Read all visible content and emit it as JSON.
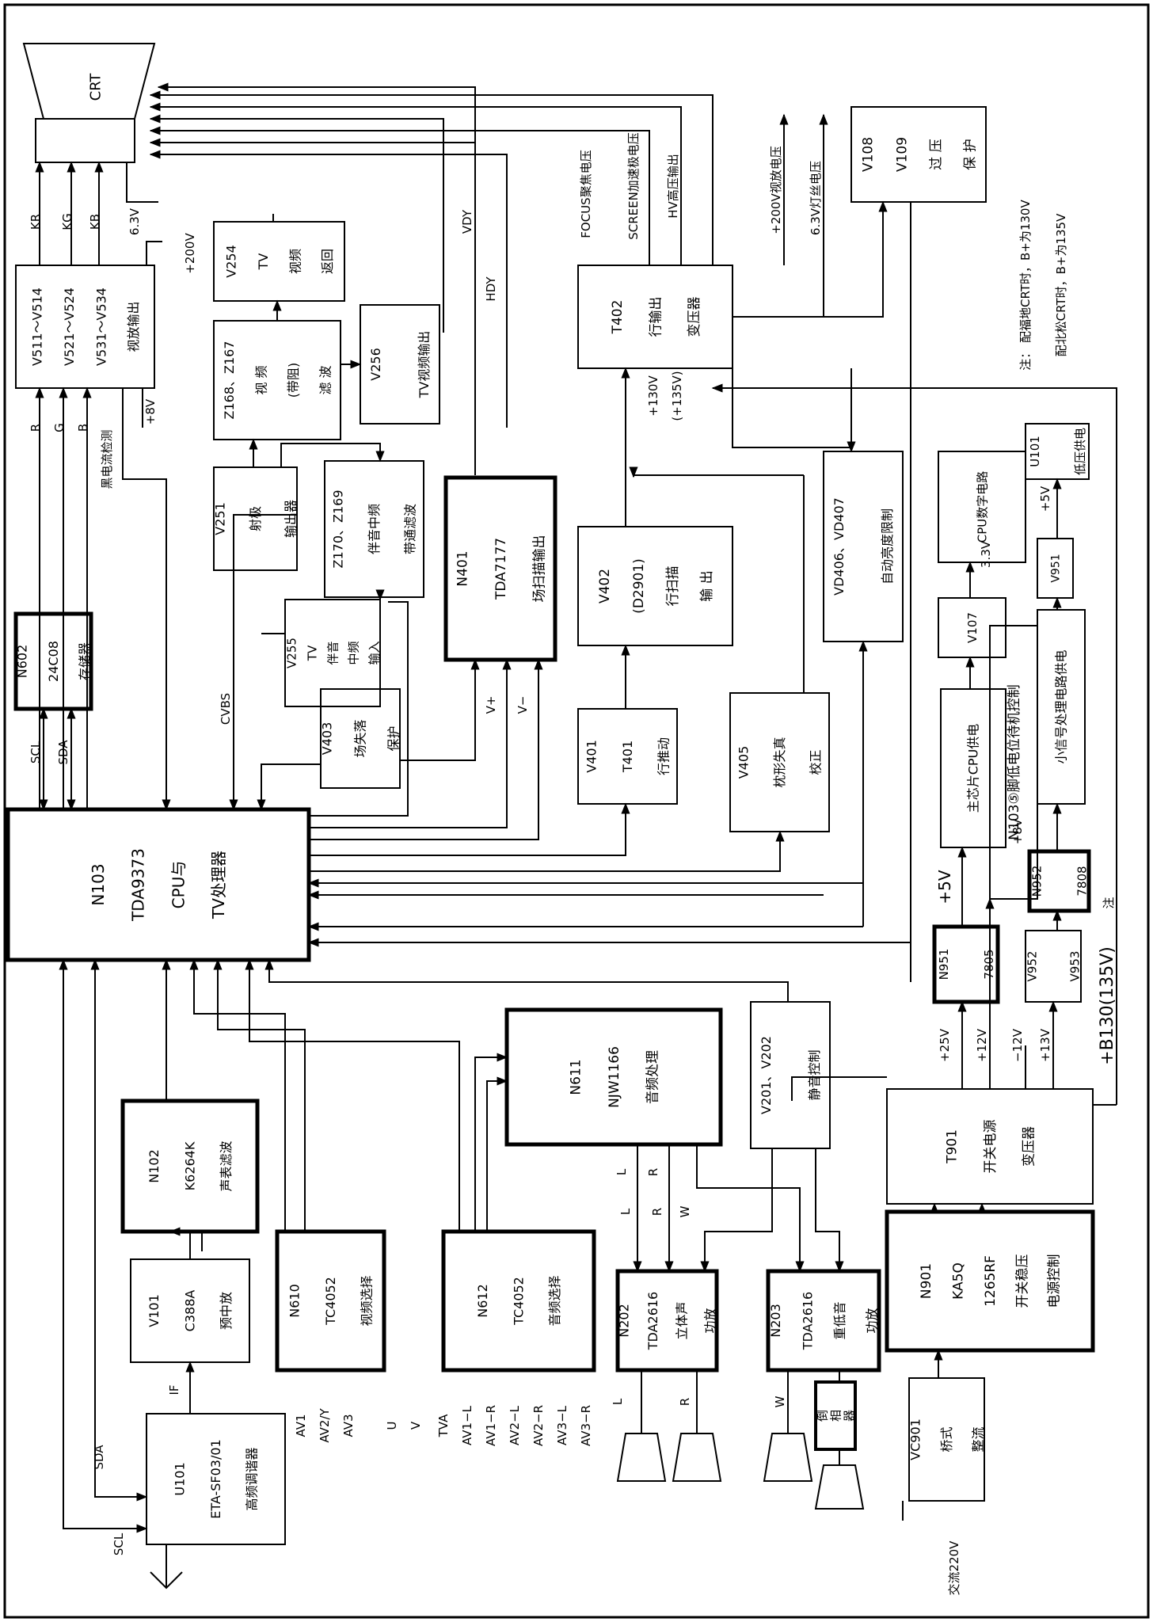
{
  "blocks": [
    {
      "id": "crt",
      "lines": [
        "CRT"
      ]
    },
    {
      "id": "v511",
      "lines": [
        "V511～V514",
        "V521～V524",
        "V531～V534",
        "视放输出"
      ]
    },
    {
      "id": "v254",
      "lines": [
        "V254",
        "TV",
        "视频",
        "返回"
      ]
    },
    {
      "id": "z168",
      "lines": [
        "Z168、Z167",
        "视 频",
        "(带阻)",
        "滤 波"
      ]
    },
    {
      "id": "v256",
      "lines": [
        "V256",
        "TV视频输出"
      ]
    },
    {
      "id": "v251",
      "lines": [
        "V251",
        "射极",
        "输出器"
      ]
    },
    {
      "id": "z170",
      "lines": [
        "Z170、Z169",
        "伴音中频",
        "带通滤波"
      ]
    },
    {
      "id": "v255",
      "lines": [
        "V255",
        "TV",
        "伴音",
        "中频",
        "输入"
      ]
    },
    {
      "id": "v403",
      "lines": [
        "V403",
        "场失落",
        "保护"
      ]
    },
    {
      "id": "n401",
      "lines": [
        "N401",
        "TDA7177",
        "场扫描输出"
      ]
    },
    {
      "id": "t402",
      "lines": [
        "T402",
        "行输出",
        "变压器"
      ]
    },
    {
      "id": "v402",
      "lines": [
        "V402",
        "(D2901)",
        "行扫描",
        "输 出"
      ]
    },
    {
      "id": "v401",
      "lines": [
        "V401",
        "T401",
        "行推动"
      ]
    },
    {
      "id": "v405",
      "lines": [
        "V405",
        "枕形失真",
        "校正"
      ]
    },
    {
      "id": "vd406",
      "lines": [
        "VD406、VD407",
        "自动亮度限制"
      ]
    },
    {
      "id": "v108",
      "lines": [
        "V108",
        "V109",
        "过 压",
        "保 护"
      ]
    },
    {
      "id": "n602",
      "lines": [
        "N602",
        "24C08",
        "存储器"
      ]
    },
    {
      "id": "n103",
      "lines": [
        "N103",
        "TDA9373",
        "CPU与",
        "TV处理器"
      ]
    },
    {
      "id": "cpu_dig",
      "lines": [
        "CPU数字电路"
      ]
    },
    {
      "id": "u101b",
      "lines": [
        "U101",
        "低压供电"
      ]
    },
    {
      "id": "v107",
      "lines": [
        "V107"
      ]
    },
    {
      "id": "main_cpu",
      "lines": [
        "主芯片CPU供电"
      ]
    },
    {
      "id": "n103ctl",
      "lines": [
        "N103⑤脚低电位待机控制"
      ]
    },
    {
      "id": "small_sig",
      "lines": [
        "小信号处理电路供电"
      ]
    },
    {
      "id": "v951",
      "lines": [
        "V951"
      ]
    },
    {
      "id": "n952",
      "lines": [
        "N952",
        "7808"
      ]
    },
    {
      "id": "n951",
      "lines": [
        "N951",
        "7805"
      ]
    },
    {
      "id": "v952",
      "lines": [
        "V952",
        "V953"
      ]
    },
    {
      "id": "n611",
      "lines": [
        "N611",
        "NJW1166",
        "音频处理"
      ]
    },
    {
      "id": "v201",
      "lines": [
        "V201、V202",
        "静音控制"
      ]
    },
    {
      "id": "n102",
      "lines": [
        "N102",
        "K6264K",
        "声表滤波"
      ]
    },
    {
      "id": "v101",
      "lines": [
        "V101",
        "C388A",
        "预中放"
      ]
    },
    {
      "id": "n610",
      "lines": [
        "N610",
        "TC4052",
        "视频选择"
      ]
    },
    {
      "id": "n612",
      "lines": [
        "N612",
        "TC4052",
        "音频选择"
      ]
    },
    {
      "id": "n202",
      "lines": [
        "N202",
        "TDA2616",
        "立体声",
        "功放"
      ]
    },
    {
      "id": "n203",
      "lines": [
        "N203",
        "TDA2616",
        "重低音",
        "功放"
      ]
    },
    {
      "id": "t901",
      "lines": [
        "T901",
        "开关电源",
        "变压器"
      ]
    },
    {
      "id": "n901",
      "lines": [
        "N901",
        "KA5Q",
        "1265RF",
        "开关稳压",
        "电源控制"
      ]
    },
    {
      "id": "u101",
      "lines": [
        "U101",
        "ETA-SF03/01",
        "高频调谐器"
      ]
    },
    {
      "id": "vc901",
      "lines": [
        "VC901",
        "桥式",
        "整流"
      ]
    },
    {
      "id": "phase",
      "lines": [
        "倒",
        "相",
        "器"
      ]
    }
  ],
  "labels": [
    {
      "id": "kr",
      "text": "KR"
    },
    {
      "id": "kg",
      "text": "KG"
    },
    {
      "id": "kb",
      "text": "KB"
    },
    {
      "id": "v63",
      "text": "6.3V"
    },
    {
      "id": "v200",
      "text": "+200V"
    },
    {
      "id": "r",
      "text": "R"
    },
    {
      "id": "g",
      "text": "G"
    },
    {
      "id": "b",
      "text": "B"
    },
    {
      "id": "black",
      "text": "黑电流检测"
    },
    {
      "id": "v8",
      "text": "+8V"
    },
    {
      "id": "vdy",
      "text": "VDY"
    },
    {
      "id": "hdy",
      "text": "HDY"
    },
    {
      "id": "focus",
      "text": "FOCUS聚焦电压"
    },
    {
      "id": "screen",
      "text": "SCREEN加速极电压"
    },
    {
      "id": "hv",
      "text": "HV高压输出"
    },
    {
      "id": "v200b",
      "text": "+200V视放电压"
    },
    {
      "id": "v63b",
      "text": "6.3V灯丝电压"
    },
    {
      "id": "v130",
      "text": "+130V"
    },
    {
      "id": "v135",
      "text": "(+135V)"
    },
    {
      "id": "vplus",
      "text": "V+"
    },
    {
      "id": "vminus",
      "text": "V−"
    },
    {
      "id": "cvbs",
      "text": "CVBS"
    },
    {
      "id": "scl",
      "text": "SCL"
    },
    {
      "id": "sda",
      "text": "SDA"
    },
    {
      "id": "v33",
      "text": "3.3V"
    },
    {
      "id": "v5a",
      "text": "+5V"
    },
    {
      "id": "v5big",
      "text": "+5V"
    },
    {
      "id": "v8b",
      "text": "+8V"
    },
    {
      "id": "v25",
      "text": "+25V"
    },
    {
      "id": "v12",
      "text": "+12V"
    },
    {
      "id": "vm12",
      "text": "−12V"
    },
    {
      "id": "v13",
      "text": "+13V"
    },
    {
      "id": "b130",
      "text": "+B130(135V)"
    },
    {
      "id": "zhu",
      "text": "注"
    },
    {
      "id": "note1",
      "text": "注：  配福地CRT时，B+为130V"
    },
    {
      "id": "note2",
      "text": "配北松CRT时，B+为135V"
    },
    {
      "id": "sl",
      "text": "L"
    },
    {
      "id": "sr",
      "text": "R"
    },
    {
      "id": "ol",
      "text": "L"
    },
    {
      "id": "or",
      "text": "R"
    },
    {
      "id": "ow",
      "text": "W"
    },
    {
      "id": "spl",
      "text": "L"
    },
    {
      "id": "spr",
      "text": "R"
    },
    {
      "id": "spw",
      "text": "W"
    },
    {
      "id": "if",
      "text": "IF"
    },
    {
      "id": "scl2",
      "text": "SCL"
    },
    {
      "id": "sda2",
      "text": "SDA"
    },
    {
      "id": "av1",
      "text": "AV1"
    },
    {
      "id": "av2y",
      "text": "AV2/Y"
    },
    {
      "id": "av3",
      "text": "AV3"
    },
    {
      "id": "u",
      "text": "U"
    },
    {
      "id": "v",
      "text": "V"
    },
    {
      "id": "tva",
      "text": "TVA"
    },
    {
      "id": "av1l",
      "text": "AV1−L"
    },
    {
      "id": "av1r",
      "text": "AV1−R"
    },
    {
      "id": "av2l",
      "text": "AV2−L"
    },
    {
      "id": "av2r",
      "text": "AV2−R"
    },
    {
      "id": "av3l",
      "text": "AV3−L"
    },
    {
      "id": "av3r",
      "text": "AV3−R"
    },
    {
      "id": "ac",
      "text": "交流220V"
    }
  ]
}
